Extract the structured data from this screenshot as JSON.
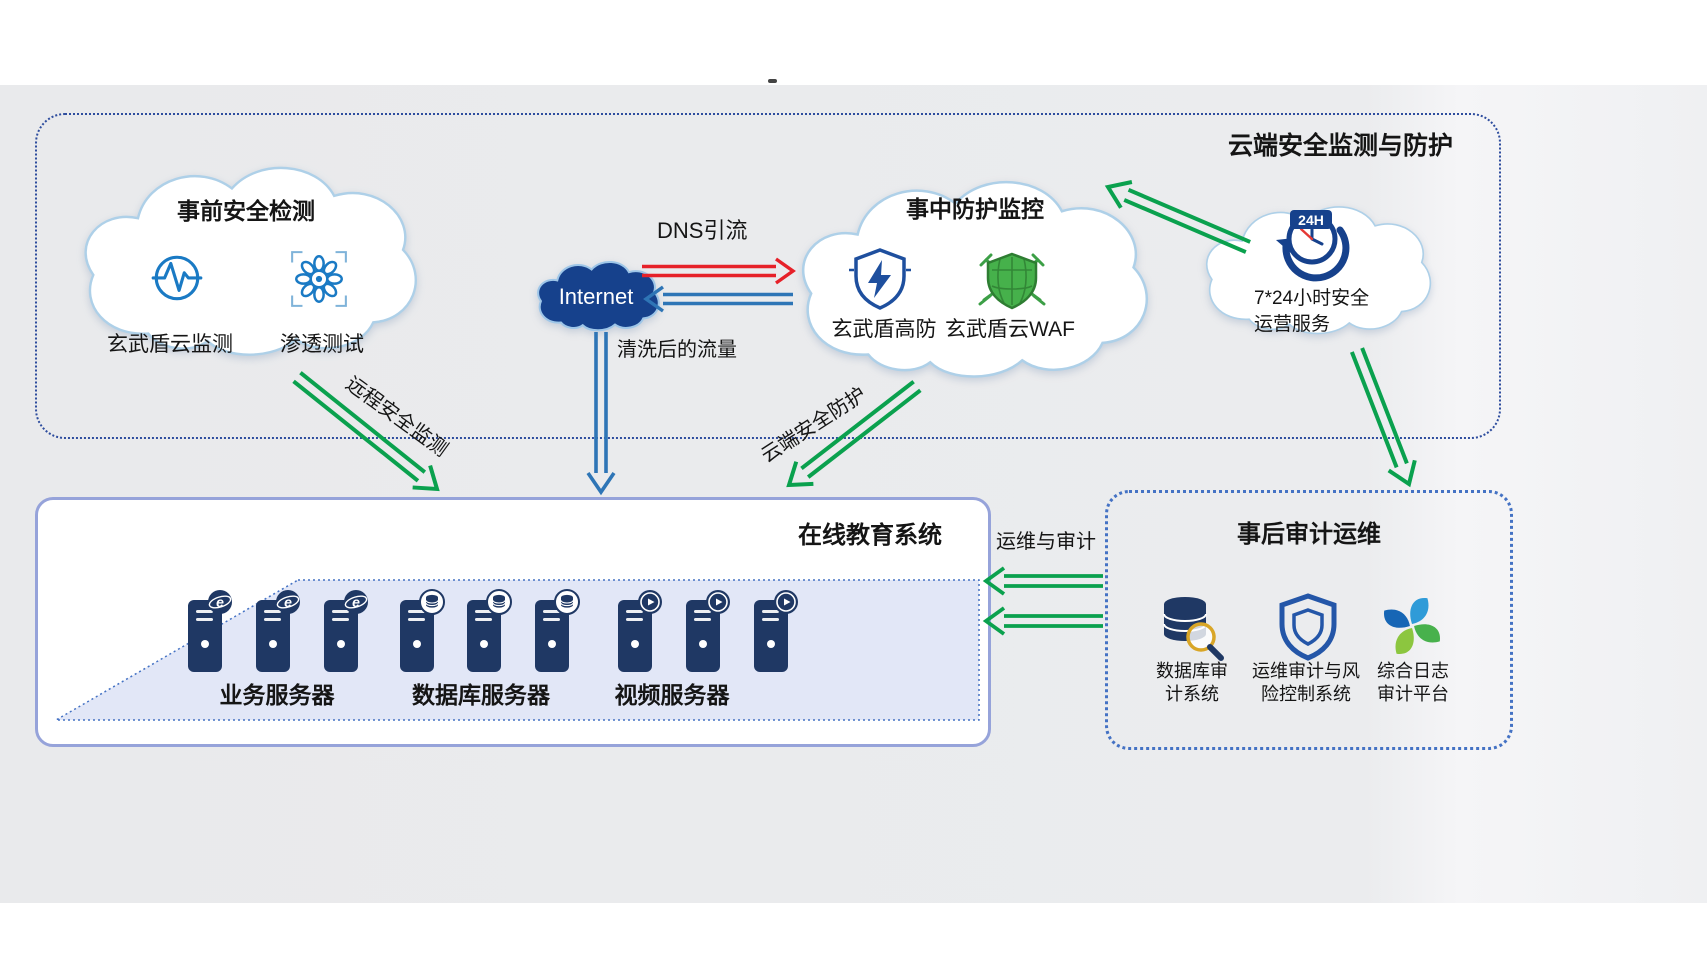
{
  "colors": {
    "background_gray": "#ebecee",
    "zone_border_blue": "#2e4d9e",
    "cloud_outline": "#aed0e8",
    "internet_navy": "#16418c",
    "green_arrow": "#0aa14e",
    "red_arrow": "#e62129",
    "blue_arrow": "#2e75b6",
    "education_box_border": "#96a3da",
    "audit_box_border": "#4472c4",
    "server_navy": "#1f3864"
  },
  "cloud_zone": {
    "title": "云端安全监测与防护",
    "pre_detection": {
      "title": "事前安全检测",
      "items": [
        {
          "label": "玄武盾云监测",
          "icon": "pulse-monitor-icon"
        },
        {
          "label": "渗透测试",
          "icon": "gear-icon"
        }
      ]
    },
    "internet_label": "Internet",
    "in_event": {
      "title": "事中防护监控",
      "items": [
        {
          "label": "玄武盾高防",
          "icon": "shield-lightning-icon"
        },
        {
          "label": "玄武盾云WAF",
          "icon": "waf-shield-icon"
        }
      ]
    },
    "service_cloud": {
      "badge": "24H",
      "text": "7*24小时安全\n运营服务",
      "icon": "24h-clock-icon"
    },
    "flows": {
      "dns_divert": "DNS引流",
      "cleaned_traffic": "清洗后的流量",
      "remote_monitoring": "远程安全监测",
      "cloud_protection": "云端安全防护",
      "ops_and_audit": "运维与审计"
    }
  },
  "education_system": {
    "title": "在线教育系统",
    "groups": [
      {
        "label": "业务服务器",
        "icon": "browser-badge-icon",
        "servers": 3
      },
      {
        "label": "数据库服务器",
        "icon": "database-badge-icon",
        "servers": 3
      },
      {
        "label": "视频服务器",
        "icon": "video-badge-icon",
        "servers": 3
      }
    ]
  },
  "audit_zone": {
    "title": "事后审计运维",
    "items": [
      {
        "label": "数据库审\n计系统",
        "icon": "database-audit-icon"
      },
      {
        "label": "运维审计与风\n险控制系统",
        "icon": "double-shield-icon"
      },
      {
        "label": "综合日志\n审计平台",
        "icon": "pinwheel-icon"
      }
    ]
  },
  "icons": {
    "web_glyph": "e"
  }
}
